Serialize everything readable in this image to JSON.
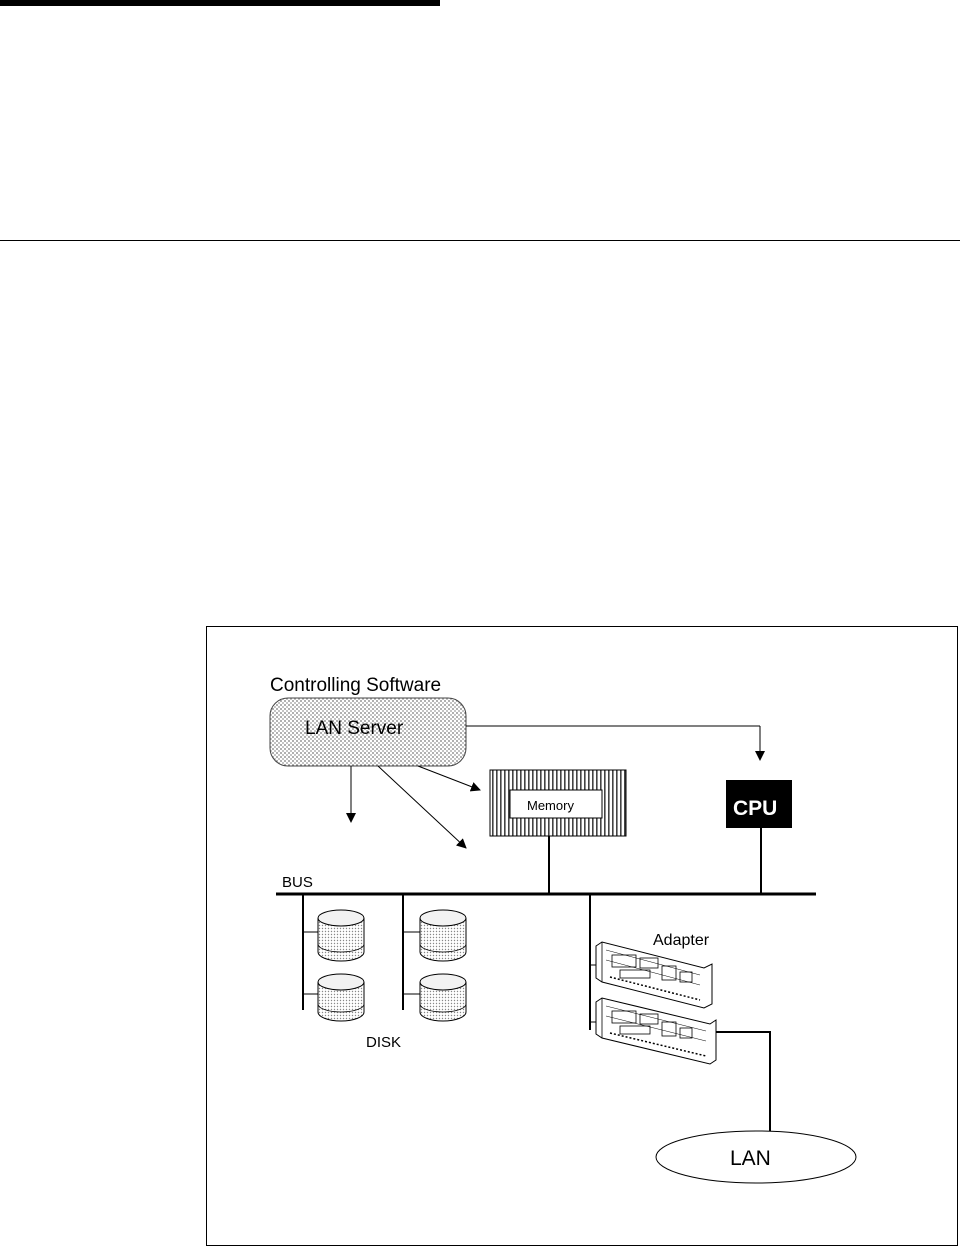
{
  "diagram": {
    "controlling_software_label": "Controlling Software",
    "lan_server_label": "LAN Server",
    "memory_label": "Memory",
    "cpu_label": "CPU",
    "bus_label": "BUS",
    "disk_label": "DISK",
    "adapter_label": "Adapter",
    "lan_label": "LAN"
  }
}
